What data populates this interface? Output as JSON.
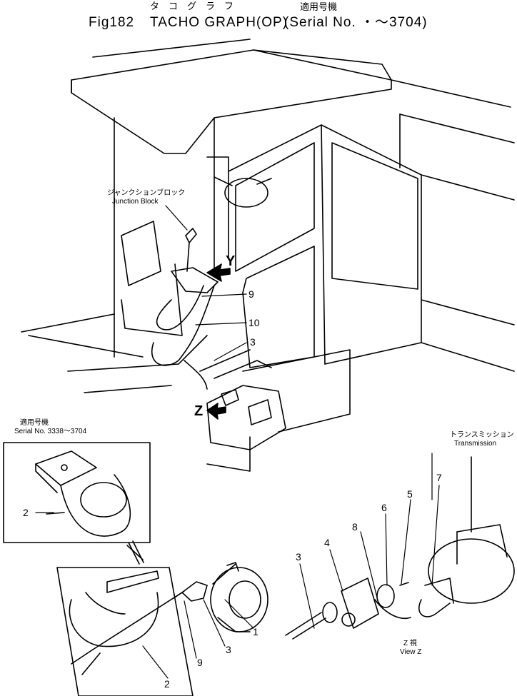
{
  "header": {
    "fig": "Fig182",
    "title_kana": "タ　コ　グ　ラ　フ",
    "title": "TACHO GRAPH(OP)",
    "serial_kana": "適用号機",
    "serial": "(Serial No. ・～3704)"
  },
  "labels": {
    "junction_kana": "ジャンクションブロック",
    "junction": "Junction Block",
    "serial_range_kana": "適用号機",
    "serial_range": "Serial No. 3338～3704",
    "transmission_kana": "トランスミッション",
    "transmission": "Transmission",
    "view_kana": "Z 視",
    "view": "View Z",
    "arrow_y": "Y",
    "arrow_z": "Z"
  },
  "callouts": {
    "c1": "1",
    "c2a": "2",
    "c2b": "2",
    "c3a": "3",
    "c3b": "3",
    "c3c": "3",
    "c4": "4",
    "c5": "5",
    "c6": "6",
    "c7": "7",
    "c8": "8",
    "c9a": "9",
    "c9b": "9",
    "c10": "10"
  }
}
